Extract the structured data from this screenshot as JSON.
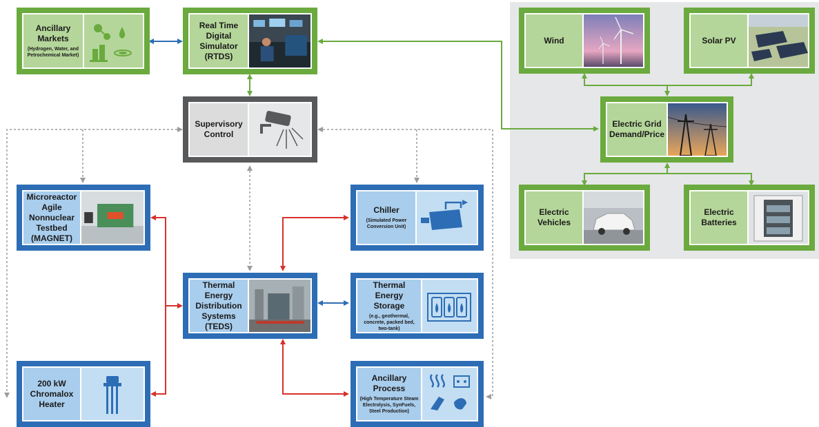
{
  "nodes": {
    "ancillary_markets": {
      "title": "Ancillary Markets",
      "subtitle": "(Hydrogen, Water, and Petrochemical Market)"
    },
    "rtds": {
      "title": "Real Time Digital Simulator (RTDS)"
    },
    "supervisory": {
      "title": "Supervisory Control"
    },
    "magnet": {
      "title": "Microreactor Agile Nonnuclear Testbed (MAGNET)"
    },
    "heater": {
      "title": "200 kW Chromalox Heater"
    },
    "teds": {
      "title": "Thermal Energy Distribution Systems (TEDS)"
    },
    "chiller": {
      "title": "Chiller",
      "subtitle": "(Simulated Power Conversion Unit)"
    },
    "tes": {
      "title": "Thermal Energy Storage",
      "subtitle": "(e.g., geothermal, concrete, packed bed, two-tank)"
    },
    "ancillary_process": {
      "title": "Ancillary Process",
      "subtitle": "(High Temperature Steam Electrolysis, SynFuels, Steel Production)"
    },
    "wind": {
      "title": "Wind"
    },
    "solar": {
      "title": "Solar PV"
    },
    "grid": {
      "title": "Electric Grid Demand/Price"
    },
    "ev": {
      "title": "Electric Vehicles"
    },
    "batteries": {
      "title": "Electric Batteries"
    }
  },
  "colors": {
    "green": "#6aaa3e",
    "blue": "#2d6db5",
    "grey": "#58595b",
    "arrow_green": "#6aaa3e",
    "arrow_blue": "#2d6db5",
    "arrow_red": "#d7302a",
    "arrow_dotted": "#9c9c9c"
  }
}
